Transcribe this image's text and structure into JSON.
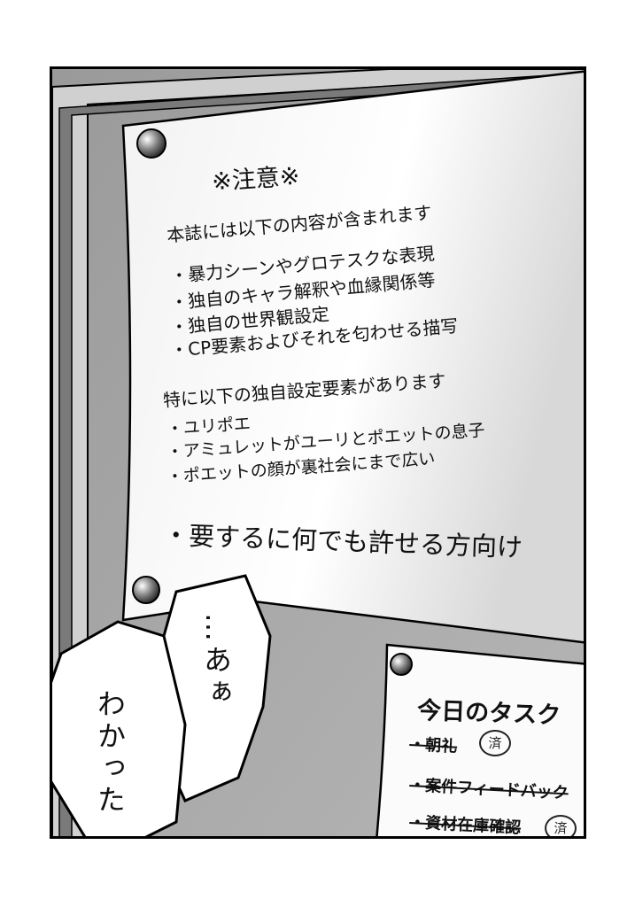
{
  "notice": {
    "title": "※注意※",
    "intro": "本誌には以下の内容が含まれます",
    "bullets": [
      "・暴力シーンやグロテスクな表現",
      "・独自のキャラ解釈や血縁関係等",
      "・独自の世界観設定",
      "・CP要素およびそれを匂わせる描写"
    ],
    "sub_heading": "特に以下の独自設定要素があります",
    "custom_items": [
      "・ユリポエ",
      "・アミュレットがユーリとポエットの息子",
      "・ポエットの顔が裏社会にまで広い"
    ],
    "summary": "・要するに何でも許せる方向け"
  },
  "task_sheet": {
    "title": "今日のタスク",
    "items": [
      {
        "label": "・朝礼",
        "done_stamp": "済"
      },
      {
        "label": "・案件フィードバック",
        "done_stamp": ""
      },
      {
        "label": "・資材在庫確認",
        "done_stamp": "済"
      }
    ]
  },
  "speech": {
    "bubble_top": "…あぁ",
    "bubble_bottom": "わかった"
  }
}
